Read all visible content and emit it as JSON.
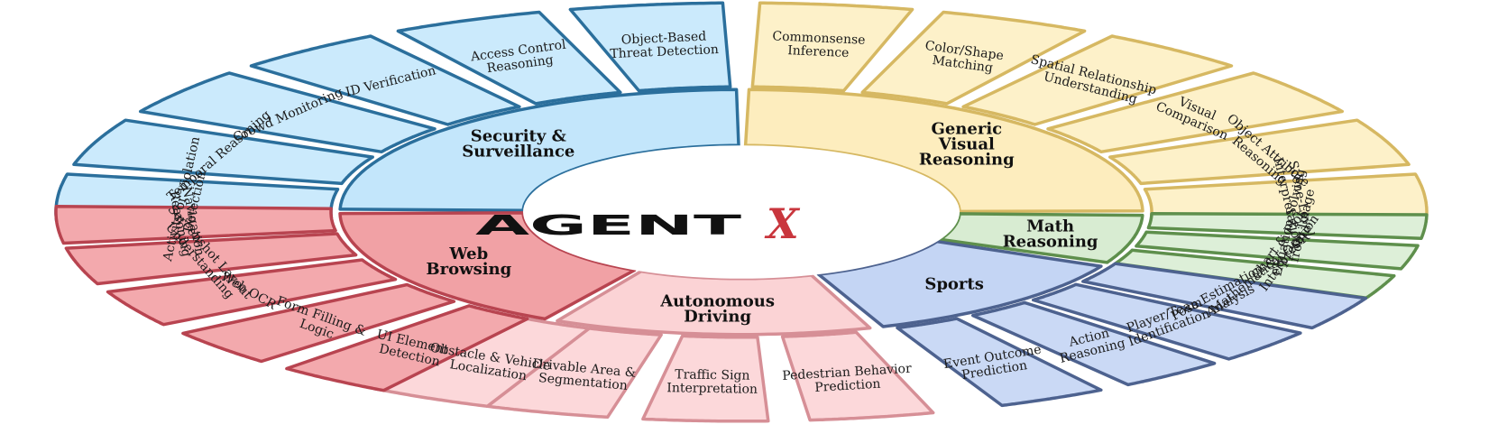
{
  "logo": {
    "main": "AGENT",
    "x": "X"
  },
  "colors": {
    "logo_x": "#c9363d"
  },
  "categories": [
    {
      "id": "security",
      "label": [
        "Security &",
        "Surveillance"
      ],
      "fill": "#c3e6fb",
      "sub_fill": "#cbeafc",
      "stroke": "#2b6f9c",
      "subs": [
        [
          "Activity or Violation",
          "Detection"
        ],
        [
          "Temporal Reasoning"
        ],
        [
          "Crowd Monitoring"
        ],
        [
          "ID Verification"
        ],
        [
          "Access Control",
          "Reasoning"
        ],
        [
          "Object-Based",
          "Threat Detection"
        ]
      ]
    },
    {
      "id": "generic",
      "label": [
        "Generic",
        "Visual",
        "Reasoning"
      ],
      "fill": "#fdedbe",
      "sub_fill": "#fdf1c9",
      "stroke": "#d6b862",
      "subs": [
        [
          "Commonsense",
          "Inference"
        ],
        [
          "Color/Shape",
          "Matching"
        ],
        [
          "Spatial Relationship",
          "Understanding"
        ],
        [
          "Visual",
          "Comparison"
        ],
        [
          "Object Attribute",
          "Reasoning"
        ],
        [
          "Scene-Level",
          "Interpretation"
        ]
      ]
    },
    {
      "id": "math",
      "label": [
        "Math",
        "Reasoning"
      ],
      "fill": "#d8ecd2",
      "sub_fill": "#ddefd8",
      "stroke": "#5e8f4c",
      "subs": [
        [
          "Equation Solving",
          "from Image"
        ],
        [
          "Chart & Plot",
          "Interpretation"
        ],
        [
          "Mathematical OCR"
        ]
      ]
    },
    {
      "id": "sports",
      "label": [
        "Sports"
      ],
      "fill": "#c4d5f4",
      "sub_fill": "#cad9f5",
      "stroke": "#4d628f",
      "subs": [
        [
          "Pose Estimation &",
          "Analysis"
        ],
        [
          "Player/Team",
          "Identification"
        ],
        [
          "Action",
          "Reasoning"
        ],
        [
          "Event Outcome",
          "Prediction"
        ]
      ]
    },
    {
      "id": "driving",
      "label": [
        "Autonomous",
        "Driving"
      ],
      "fill": "#fbd3d5",
      "sub_fill": "#fcd8da",
      "stroke": "#d68f96",
      "subs": [
        [
          "Pedestrian Behavior",
          "Prediction"
        ],
        [
          "Traffic Sign",
          "Interpretation"
        ],
        [
          "Drivable Area &",
          "Segmentation"
        ],
        [
          "Obstacle & Vehicle",
          "Localization"
        ]
      ]
    },
    {
      "id": "web",
      "label": [
        "Web",
        "Browsing"
      ],
      "fill": "#f1a1a5",
      "sub_fill": "#f3a9ad",
      "stroke": "#b84450",
      "subs": [
        [
          "UI Element",
          "Detection"
        ],
        [
          "Form Filling &",
          "Logic"
        ],
        [
          "Web OCR"
        ],
        [
          "Screenshot Layout",
          "Understanding"
        ],
        [
          "Navigation",
          "Reasoning"
        ]
      ]
    }
  ]
}
